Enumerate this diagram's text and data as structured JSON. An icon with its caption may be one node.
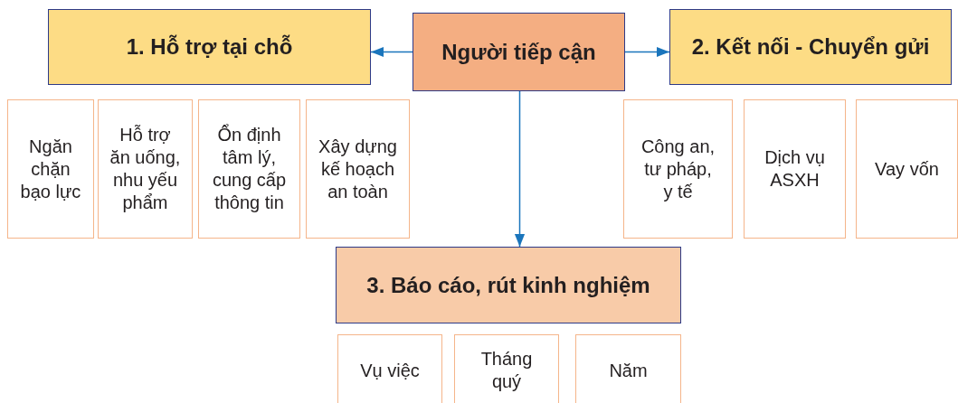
{
  "diagram": {
    "nodes": [
      {
        "text": [
          "1. Hỗ trợ tại chỗ"
        ]
      },
      {
        "text": [
          "Người tiếp cận"
        ]
      },
      {
        "text": [
          "2. Kết nối - Chuyển gửi"
        ]
      },
      {
        "text": [
          "Ngăn chặn bạo lực"
        ]
      },
      {
        "text": [
          "Hỗ trợ ăn uống, nhu yếu phẩm"
        ]
      },
      {
        "text": [
          "Ổn định tâm lý, cung cấp thông tin"
        ]
      },
      {
        "text": [
          "Xây dựng kế hoạch an toàn"
        ]
      },
      {
        "text": [
          "Công an, tư pháp, y tế"
        ]
      },
      {
        "text": [
          "Dịch vụ ASXH"
        ]
      },
      {
        "text": [
          "Vay vốn"
        ]
      },
      {
        "text": [
          "3. Báo cáo, rút kinh nghiệm"
        ]
      },
      {
        "text": [
          "Vụ việc"
        ]
      },
      {
        "text": [
          "Tháng quý"
        ]
      },
      {
        "text": [
          "Năm"
        ]
      }
    ],
    "edges": [
      {
        "from": 1,
        "to": 0,
        "arrow": "to"
      },
      {
        "from": 1,
        "to": 2,
        "arrow": "to"
      },
      {
        "from": 1,
        "to": 10,
        "arrow": "to"
      }
    ]
  }
}
